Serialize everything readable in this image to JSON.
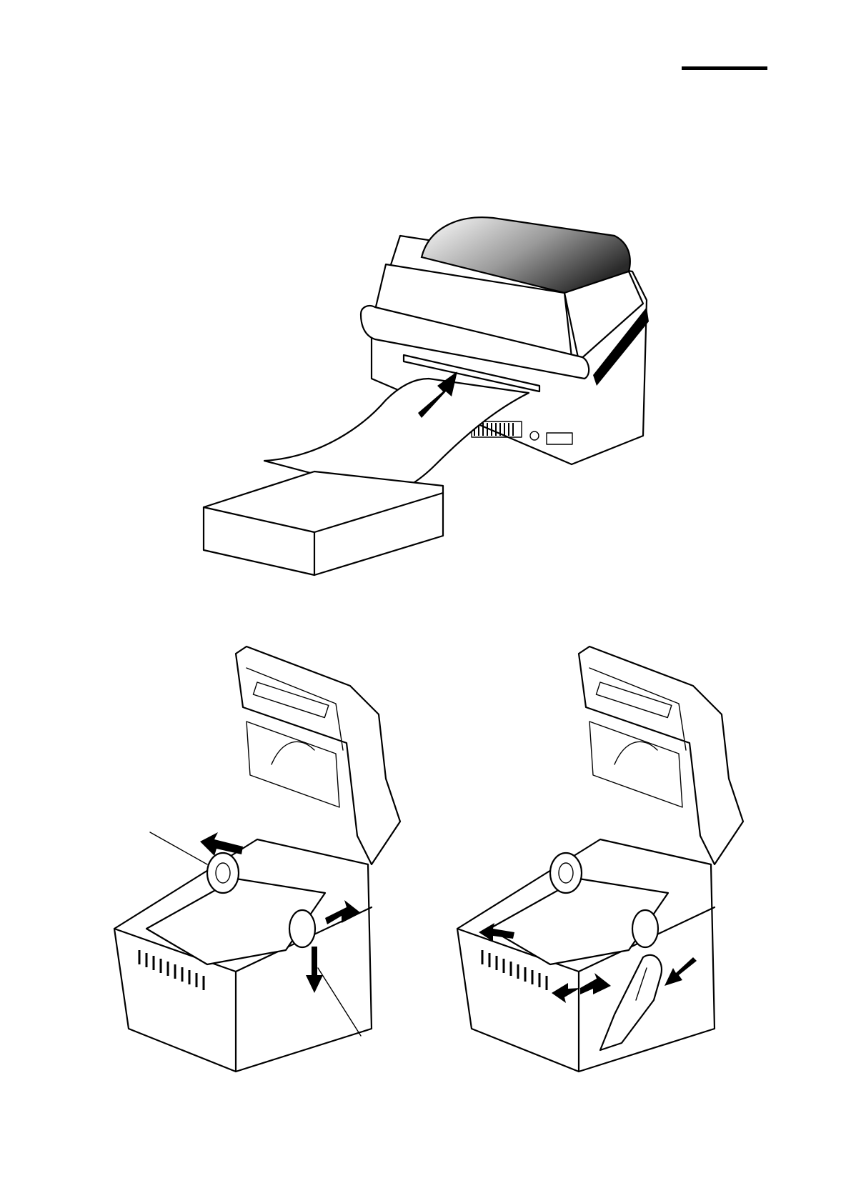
{
  "document": {
    "header_rule_color": "#000000",
    "figures": [
      {
        "icon": "printer-fanfold-paper-feed-illustration"
      },
      {
        "icon": "printer-open-paper-guide-adjust-illustration"
      },
      {
        "icon": "printer-open-paper-guide-lock-illustration"
      }
    ]
  }
}
